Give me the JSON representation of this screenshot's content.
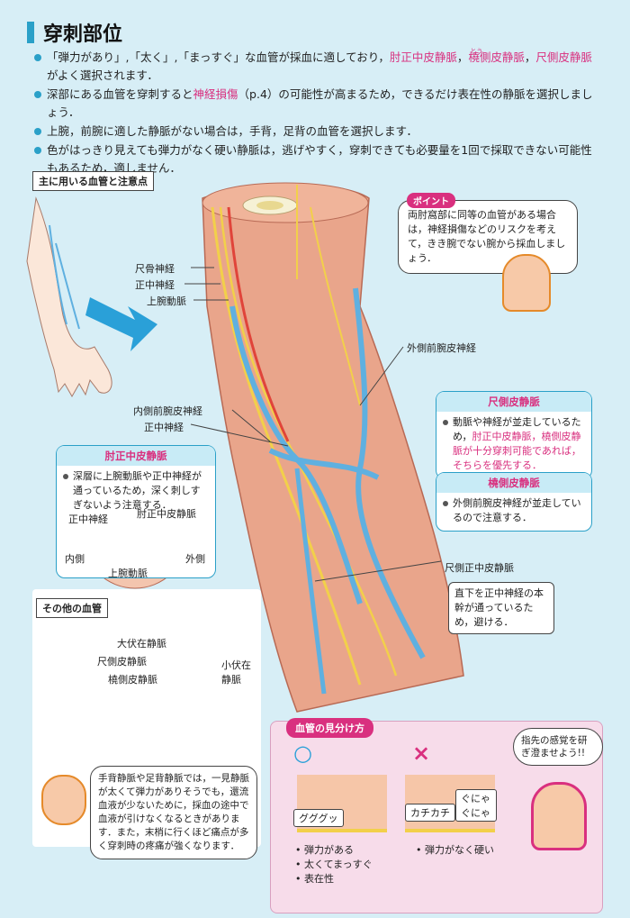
{
  "title": "穿刺部位",
  "intro": [
    {
      "parts": [
        "「弾力があり」,「太く」,「まっすぐ」な血管が採血に適しており，",
        "肘正中皮静脈",
        "，",
        "橈側皮静脈",
        "，",
        "尺側皮静脈",
        "がよく選択されます．"
      ]
    },
    {
      "parts": [
        "深部にある血管を穿刺すると",
        "神経損傷",
        "（p.4）の可能性が高まるため，できるだけ表在性の静脈を選択しましょう．"
      ]
    },
    {
      "text": "上腕，前腕に適した静脈がない場合は，手背，足背の血管を選択します．"
    },
    {
      "text": "色がはっきり見えても弾力がなく硬い静脈は，逃げやすく，穿刺できても必要量を1回で採取できない可能性もあるため，適しません．"
    }
  ],
  "furigana_tou": "とう",
  "main_box_label": "主に用いる血管と注意点",
  "other_box_label": "その他の血管",
  "labels": {
    "ulnar_nerve": "尺骨神経",
    "median_nerve_top": "正中神経",
    "brachial_artery": "上腕動脈",
    "lateral_cutaneous": "外側前腕皮神経",
    "medial_cutaneous": "内側前腕皮神経",
    "median_nerve_mid": "正中神経",
    "ulnar_median_vein": "尺側正中皮静脈",
    "great_saphenous": "大伏在静脈",
    "ulnar_vein_hand": "尺側皮静脈",
    "radial_vein_hand": "橈側皮静脈",
    "small_saphenous": "小伏在静脈"
  },
  "point": {
    "tag": "ポイント",
    "text": "両肘窩部に同等の血管がある場合は，神経損傷などのリスクを考えて，きき腕でない腕から採血しましょう．"
  },
  "callouts": {
    "basilic": {
      "head": "尺側皮静脈",
      "body_parts": [
        "動脈や神経が並走しているため，",
        "肘正中皮静脈，橈側皮静脈が十分穿刺可能であれば，そちらを優先する．"
      ]
    },
    "cephalic": {
      "head": "橈側皮静脈",
      "body": "外側前腕皮神経が並走しているので注意する．"
    },
    "median_cubital": {
      "head": "肘正中皮静脈",
      "body": "深層に上腕動脈や正中神経が通っているため，深く刺しすぎないよう注意する．"
    }
  },
  "cross_section": {
    "median_nerve": "正中神経",
    "median_cubital_vein": "肘正中皮静脈",
    "medial": "内側",
    "lateral": "外側",
    "brachial_artery": "上腕動脈"
  },
  "ulnar_median_note": "直下を正中神経の本幹が通っているため，避ける．",
  "hand_note": "手背静脈や足背静脈では，一見静脈が太くて弾力がありそうでも，還流血液が少ないために，採血の途中で血液が引けなくなるときがあります．また，末梢に行くほど痛点が多く穿刺時の疼痛が強くなります．",
  "distinguish": {
    "header": "血管の見分け方",
    "good_mark": "○",
    "bad_mark": "×",
    "good_sound": "グググッ",
    "bad_sound1": "カチカチ",
    "bad_sound2": "ぐにゃぐにゃ",
    "good_points": [
      "弾力がある",
      "太くてまっすぐ",
      "表在性"
    ],
    "bad_points": [
      "弾力がなく硬い"
    ],
    "nurse_speech": "指先の感覚を研ぎ澄ませよう!!"
  },
  "colors": {
    "accent": "#2aa0c8",
    "pink": "#d9307f",
    "vein": "#5fb0e0",
    "nerve": "#f2d04a",
    "artery": "#e0443a",
    "muscle": "#e9a58b"
  }
}
